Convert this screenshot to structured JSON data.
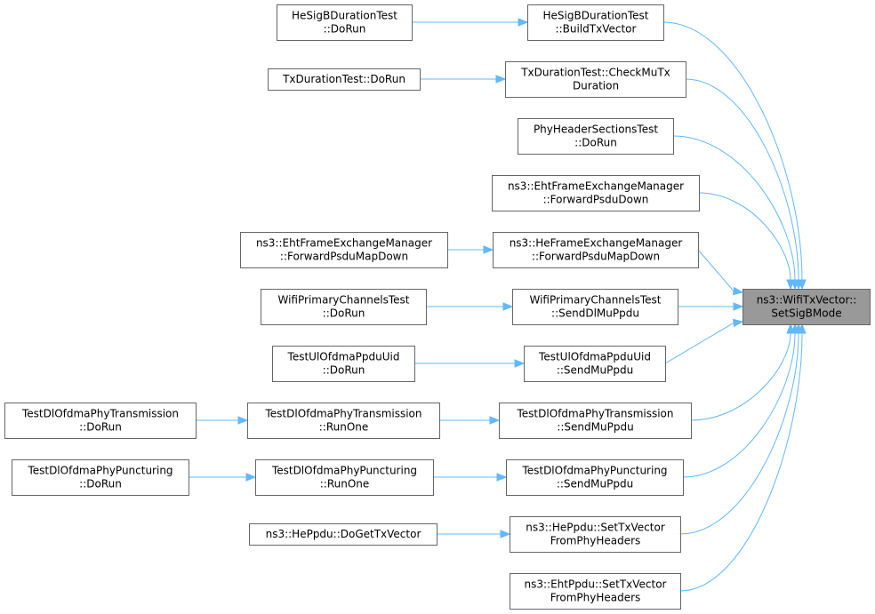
{
  "graph": {
    "nodes": [
      {
        "id": "target",
        "lines": [
          "ns3::WifiTxVector::",
          "SetSigBMode"
        ],
        "target": true
      },
      {
        "id": "hesigb_build",
        "lines": [
          "HeSigBDurationTest",
          "::BuildTxVector"
        ]
      },
      {
        "id": "hesigb_dorun",
        "lines": [
          "HeSigBDurationTest",
          "::DoRun"
        ]
      },
      {
        "id": "txdur_check",
        "lines": [
          "TxDurationTest::CheckMuTx",
          "Duration"
        ]
      },
      {
        "id": "txdur_dorun",
        "lines": [
          "TxDurationTest::DoRun"
        ]
      },
      {
        "id": "phyhdr_dorun",
        "lines": [
          "PhyHeaderSectionsTest",
          "::DoRun"
        ]
      },
      {
        "id": "eht_fwd_psdu",
        "lines": [
          "ns3::EhtFrameExchangeManager",
          "::ForwardPsduDown"
        ]
      },
      {
        "id": "he_fwd_map",
        "lines": [
          "ns3::HeFrameExchangeManager",
          "::ForwardPsduMapDown"
        ]
      },
      {
        "id": "eht_fwd_map",
        "lines": [
          "ns3::EhtFrameExchangeManager",
          "::ForwardPsduMapDown"
        ]
      },
      {
        "id": "wpc_senddl",
        "lines": [
          "WifiPrimaryChannelsTest",
          "::SendDlMuPpdu"
        ]
      },
      {
        "id": "wpc_dorun",
        "lines": [
          "WifiPrimaryChannelsTest",
          "::DoRun"
        ]
      },
      {
        "id": "ul_sendmu",
        "lines": [
          "TestUlOfdmaPpduUid",
          "::SendMuPpdu"
        ]
      },
      {
        "id": "ul_dorun",
        "lines": [
          "TestUlOfdmaPpduUid",
          "::DoRun"
        ]
      },
      {
        "id": "dltx_sendmu",
        "lines": [
          "TestDlOfdmaPhyTransmission",
          "::SendMuPpdu"
        ]
      },
      {
        "id": "dltx_runone",
        "lines": [
          "TestDlOfdmaPhyTransmission",
          "::RunOne"
        ]
      },
      {
        "id": "dltx_dorun",
        "lines": [
          "TestDlOfdmaPhyTransmission",
          "::DoRun"
        ]
      },
      {
        "id": "dlpunc_sendmu",
        "lines": [
          "TestDlOfdmaPhyPuncturing",
          "::SendMuPpdu"
        ]
      },
      {
        "id": "dlpunc_runone",
        "lines": [
          "TestDlOfdmaPhyPuncturing",
          "::RunOne"
        ]
      },
      {
        "id": "dlpunc_dorun",
        "lines": [
          "TestDlOfdmaPhyPuncturing",
          "::DoRun"
        ]
      },
      {
        "id": "heppdu_set",
        "lines": [
          "ns3::HePpdu::SetTxVector",
          "FromPhyHeaders"
        ]
      },
      {
        "id": "heppdu_doget",
        "lines": [
          "ns3::HePpdu::DoGetTxVector"
        ]
      },
      {
        "id": "ehtppdu_set",
        "lines": [
          "ns3::EhtPpdu::SetTxVector",
          "FromPhyHeaders"
        ]
      }
    ],
    "edges": [
      {
        "from": "hesigb_build",
        "to": "target"
      },
      {
        "from": "hesigb_dorun",
        "to": "hesigb_build"
      },
      {
        "from": "txdur_check",
        "to": "target"
      },
      {
        "from": "txdur_dorun",
        "to": "txdur_check"
      },
      {
        "from": "phyhdr_dorun",
        "to": "target"
      },
      {
        "from": "eht_fwd_psdu",
        "to": "target"
      },
      {
        "from": "he_fwd_map",
        "to": "target"
      },
      {
        "from": "eht_fwd_map",
        "to": "he_fwd_map"
      },
      {
        "from": "wpc_senddl",
        "to": "target"
      },
      {
        "from": "wpc_dorun",
        "to": "wpc_senddl"
      },
      {
        "from": "ul_sendmu",
        "to": "target"
      },
      {
        "from": "ul_dorun",
        "to": "ul_sendmu"
      },
      {
        "from": "dltx_sendmu",
        "to": "target"
      },
      {
        "from": "dltx_runone",
        "to": "dltx_sendmu"
      },
      {
        "from": "dltx_dorun",
        "to": "dltx_runone"
      },
      {
        "from": "dlpunc_sendmu",
        "to": "target"
      },
      {
        "from": "dlpunc_runone",
        "to": "dlpunc_sendmu"
      },
      {
        "from": "dlpunc_dorun",
        "to": "dlpunc_runone"
      },
      {
        "from": "heppdu_set",
        "to": "target"
      },
      {
        "from": "heppdu_doget",
        "to": "heppdu_set"
      },
      {
        "from": "ehtppdu_set",
        "to": "target"
      }
    ]
  },
  "colors": {
    "edge": "#63b8ff",
    "node_border": "#666666",
    "target_fill": "#999999",
    "node_fill": "#ffffff"
  }
}
